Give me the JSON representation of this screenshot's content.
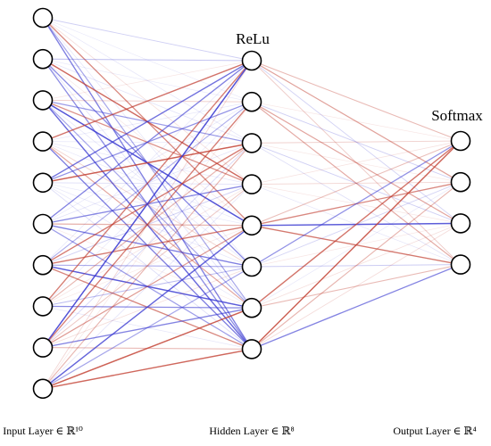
{
  "network": {
    "layers": [
      {
        "caption": "Input Layer ∈ ℝ¹⁰",
        "activation": "",
        "neurons": 10
      },
      {
        "caption": "Hidden Layer ∈ ℝ⁸",
        "activation": "ReLu",
        "neurons": 8
      },
      {
        "caption": "Output Layer ∈ ℝ⁴",
        "activation": "Softmax",
        "neurons": 4
      }
    ],
    "colors": {
      "positive_weight": "#3535d0",
      "negative_weight": "#c0392b",
      "neuron_fill": "#ffffff",
      "neuron_stroke": "#000000"
    }
  }
}
